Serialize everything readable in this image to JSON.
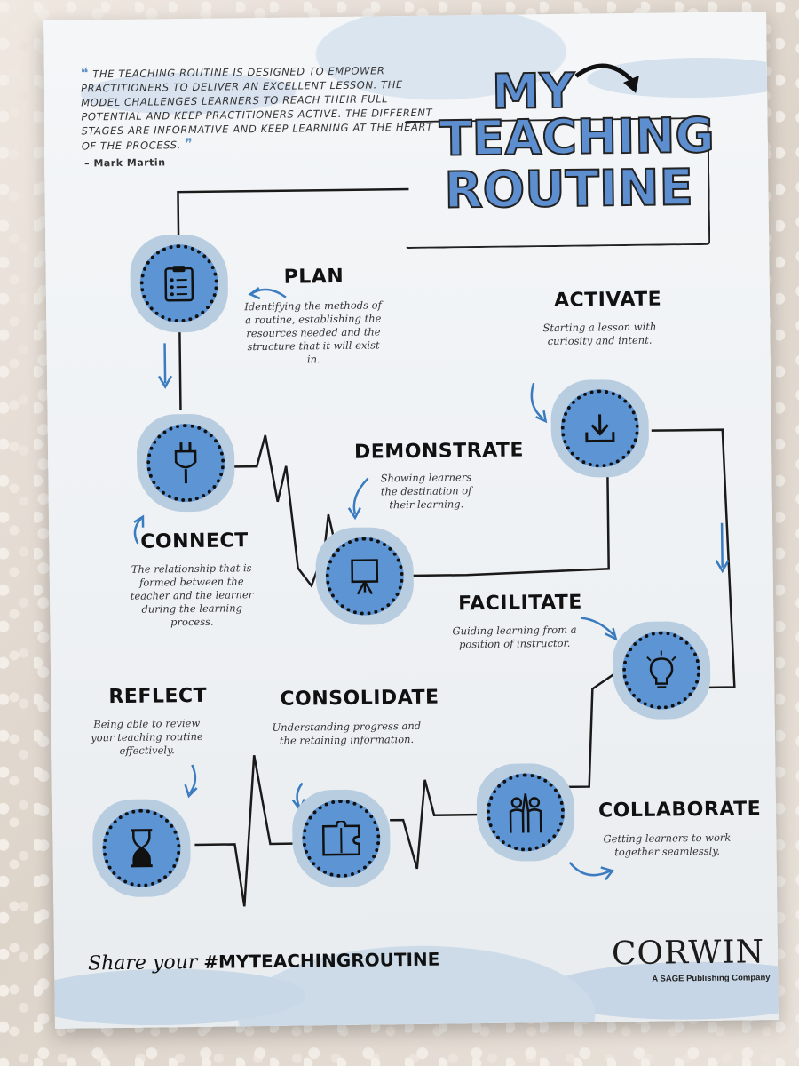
{
  "quote": {
    "text": "The teaching routine is designed to empower practitioners to deliver an excellent lesson. The model challenges learners to reach their full potential and keep practitioners active. The different stages are informative and keep learning at the heart of the process.",
    "author": "– Mark Martin"
  },
  "title": {
    "line1": "MY",
    "line2": "TEACHING",
    "line3": "ROUTINE"
  },
  "stages": {
    "plan": {
      "label": "PLAN",
      "desc": "Identifying the methods of a routine, establishing the resources needed and the structure that it will exist in.",
      "icon": "clipboard-icon"
    },
    "activate": {
      "label": "ACTIVATE",
      "desc": "Starting a lesson with curiosity and intent.",
      "icon": "download-icon"
    },
    "connect": {
      "label": "CONNECT",
      "desc": "The relationship that is formed between the teacher and the learner during the learning process.",
      "icon": "plug-icon"
    },
    "demonstrate": {
      "label": "DEMONSTRATE",
      "desc": "Showing learners the destination of their learning.",
      "icon": "easel-icon"
    },
    "facilitate": {
      "label": "FACILITATE",
      "desc": "Guiding learning from a position of instructor.",
      "icon": "lightbulb-icon"
    },
    "reflect": {
      "label": "REFLECT",
      "desc": "Being able to review your teaching routine effectively.",
      "icon": "hourglass-icon"
    },
    "consolidate": {
      "label": "CONSOLIDATE",
      "desc": "Understanding progress and the retaining information.",
      "icon": "puzzle-icon"
    },
    "collaborate": {
      "label": "COLLABORATE",
      "desc": "Getting learners to work together seamlessly.",
      "icon": "high-five-icon"
    }
  },
  "footer": {
    "share_text": "Share your",
    "hashtag": "#MYTEACHINGROUTINE",
    "brand": "CORWIN",
    "brand_sub": "A SAGE Publishing Company"
  },
  "colors": {
    "accent": "#5c94d4",
    "node_bg": "#b9cde0",
    "cloud": "#cddbe9"
  }
}
